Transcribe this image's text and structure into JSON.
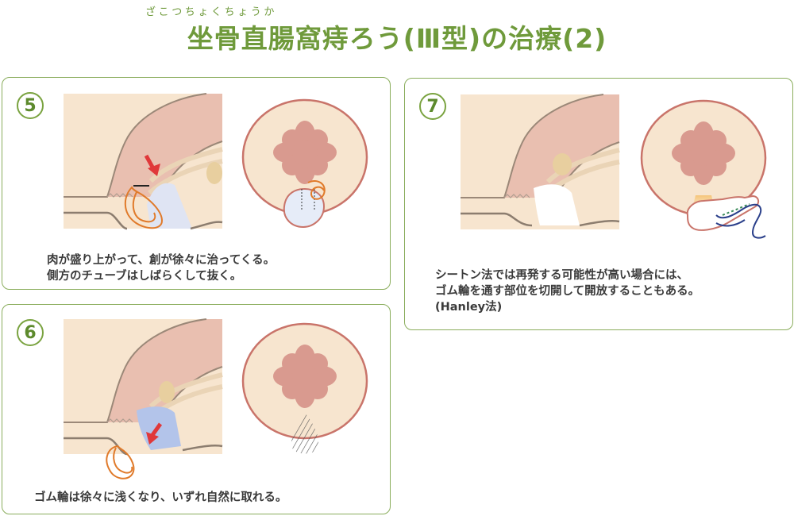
{
  "header": {
    "ruby": "ざこつちょくちょうか",
    "title": "坐骨直腸窩痔ろう(Ⅲ型)の治療(2)"
  },
  "colors": {
    "accent_green": "#6f9a3b",
    "panel_border": "#8aad5c",
    "skin": "#f7e5cf",
    "rectum": "#e9bfb0",
    "mucosa": "#d99a8f",
    "seton": "#e07a2a",
    "arrow": "#e0383a",
    "thread": "#2a3f8a"
  },
  "steps": [
    {
      "number": "5",
      "caption_lines": [
        "肉が盛り上がって、創が徐々に治ってくる。",
        "側方のチューブはしばらくして抜く。"
      ]
    },
    {
      "number": "6",
      "caption_lines": [
        "ゴム輪は徐々に浅くなり、いずれ自然に取れる。"
      ]
    },
    {
      "number": "7",
      "caption_lines": [
        "シートン法では再発する可能性が高い場合には、",
        "ゴム輪を通す部位を切開して開放することもある。",
        "(Hanley法)"
      ]
    }
  ]
}
